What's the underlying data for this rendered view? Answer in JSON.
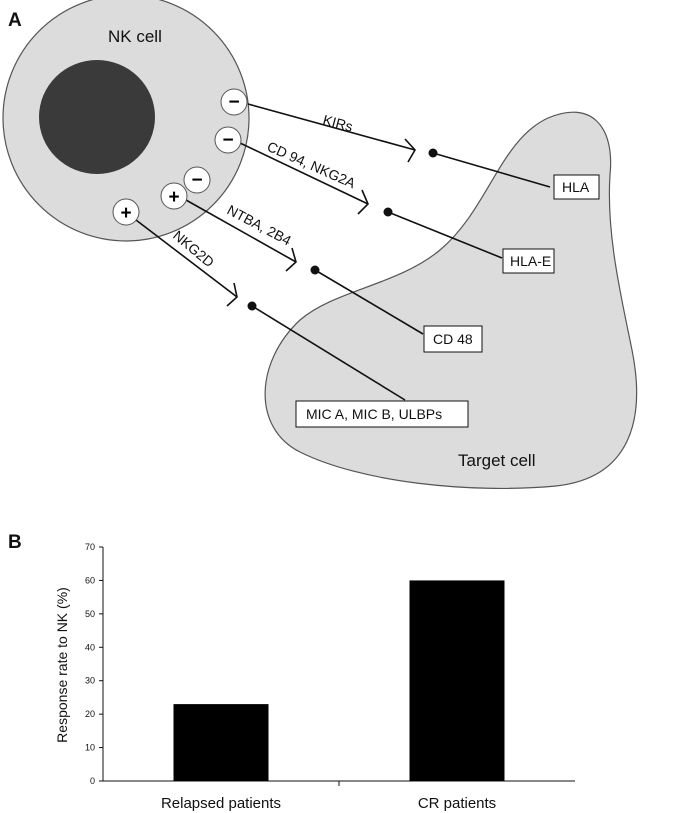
{
  "panel_a": {
    "letter": "A",
    "nk_cell_label": "NK cell",
    "target_cell_label": "Target cell",
    "receptors": [
      {
        "sign": "−",
        "receptor": "KIRs",
        "ligand": "HLA"
      },
      {
        "sign": "−",
        "receptor": "CD 94, NKG2A",
        "ligand": "HLA-E"
      },
      {
        "sign": "+",
        "receptor": "NTBA, 2B4",
        "ligand": "CD 48"
      },
      {
        "sign": "+",
        "receptor": "NKG2D",
        "ligand": "MIC A, MIC B, ULBPs"
      }
    ],
    "extra_sign": "−",
    "colors": {
      "cell_fill": "#dcdcdc",
      "nucleus": "#3a3a3a",
      "outline": "#555555"
    }
  },
  "panel_b": {
    "letter": "B"
  },
  "chart_data": {
    "type": "bar",
    "categories": [
      "Relapsed patients",
      "CR patients"
    ],
    "values": [
      23,
      60
    ],
    "ylabel": "Response rate to NK (%)",
    "ylim": [
      0,
      70
    ],
    "yticks": [
      "0",
      "10",
      "20",
      "30",
      "40",
      "50",
      "60",
      "70"
    ],
    "bar_color": "#000000",
    "grid": false
  }
}
